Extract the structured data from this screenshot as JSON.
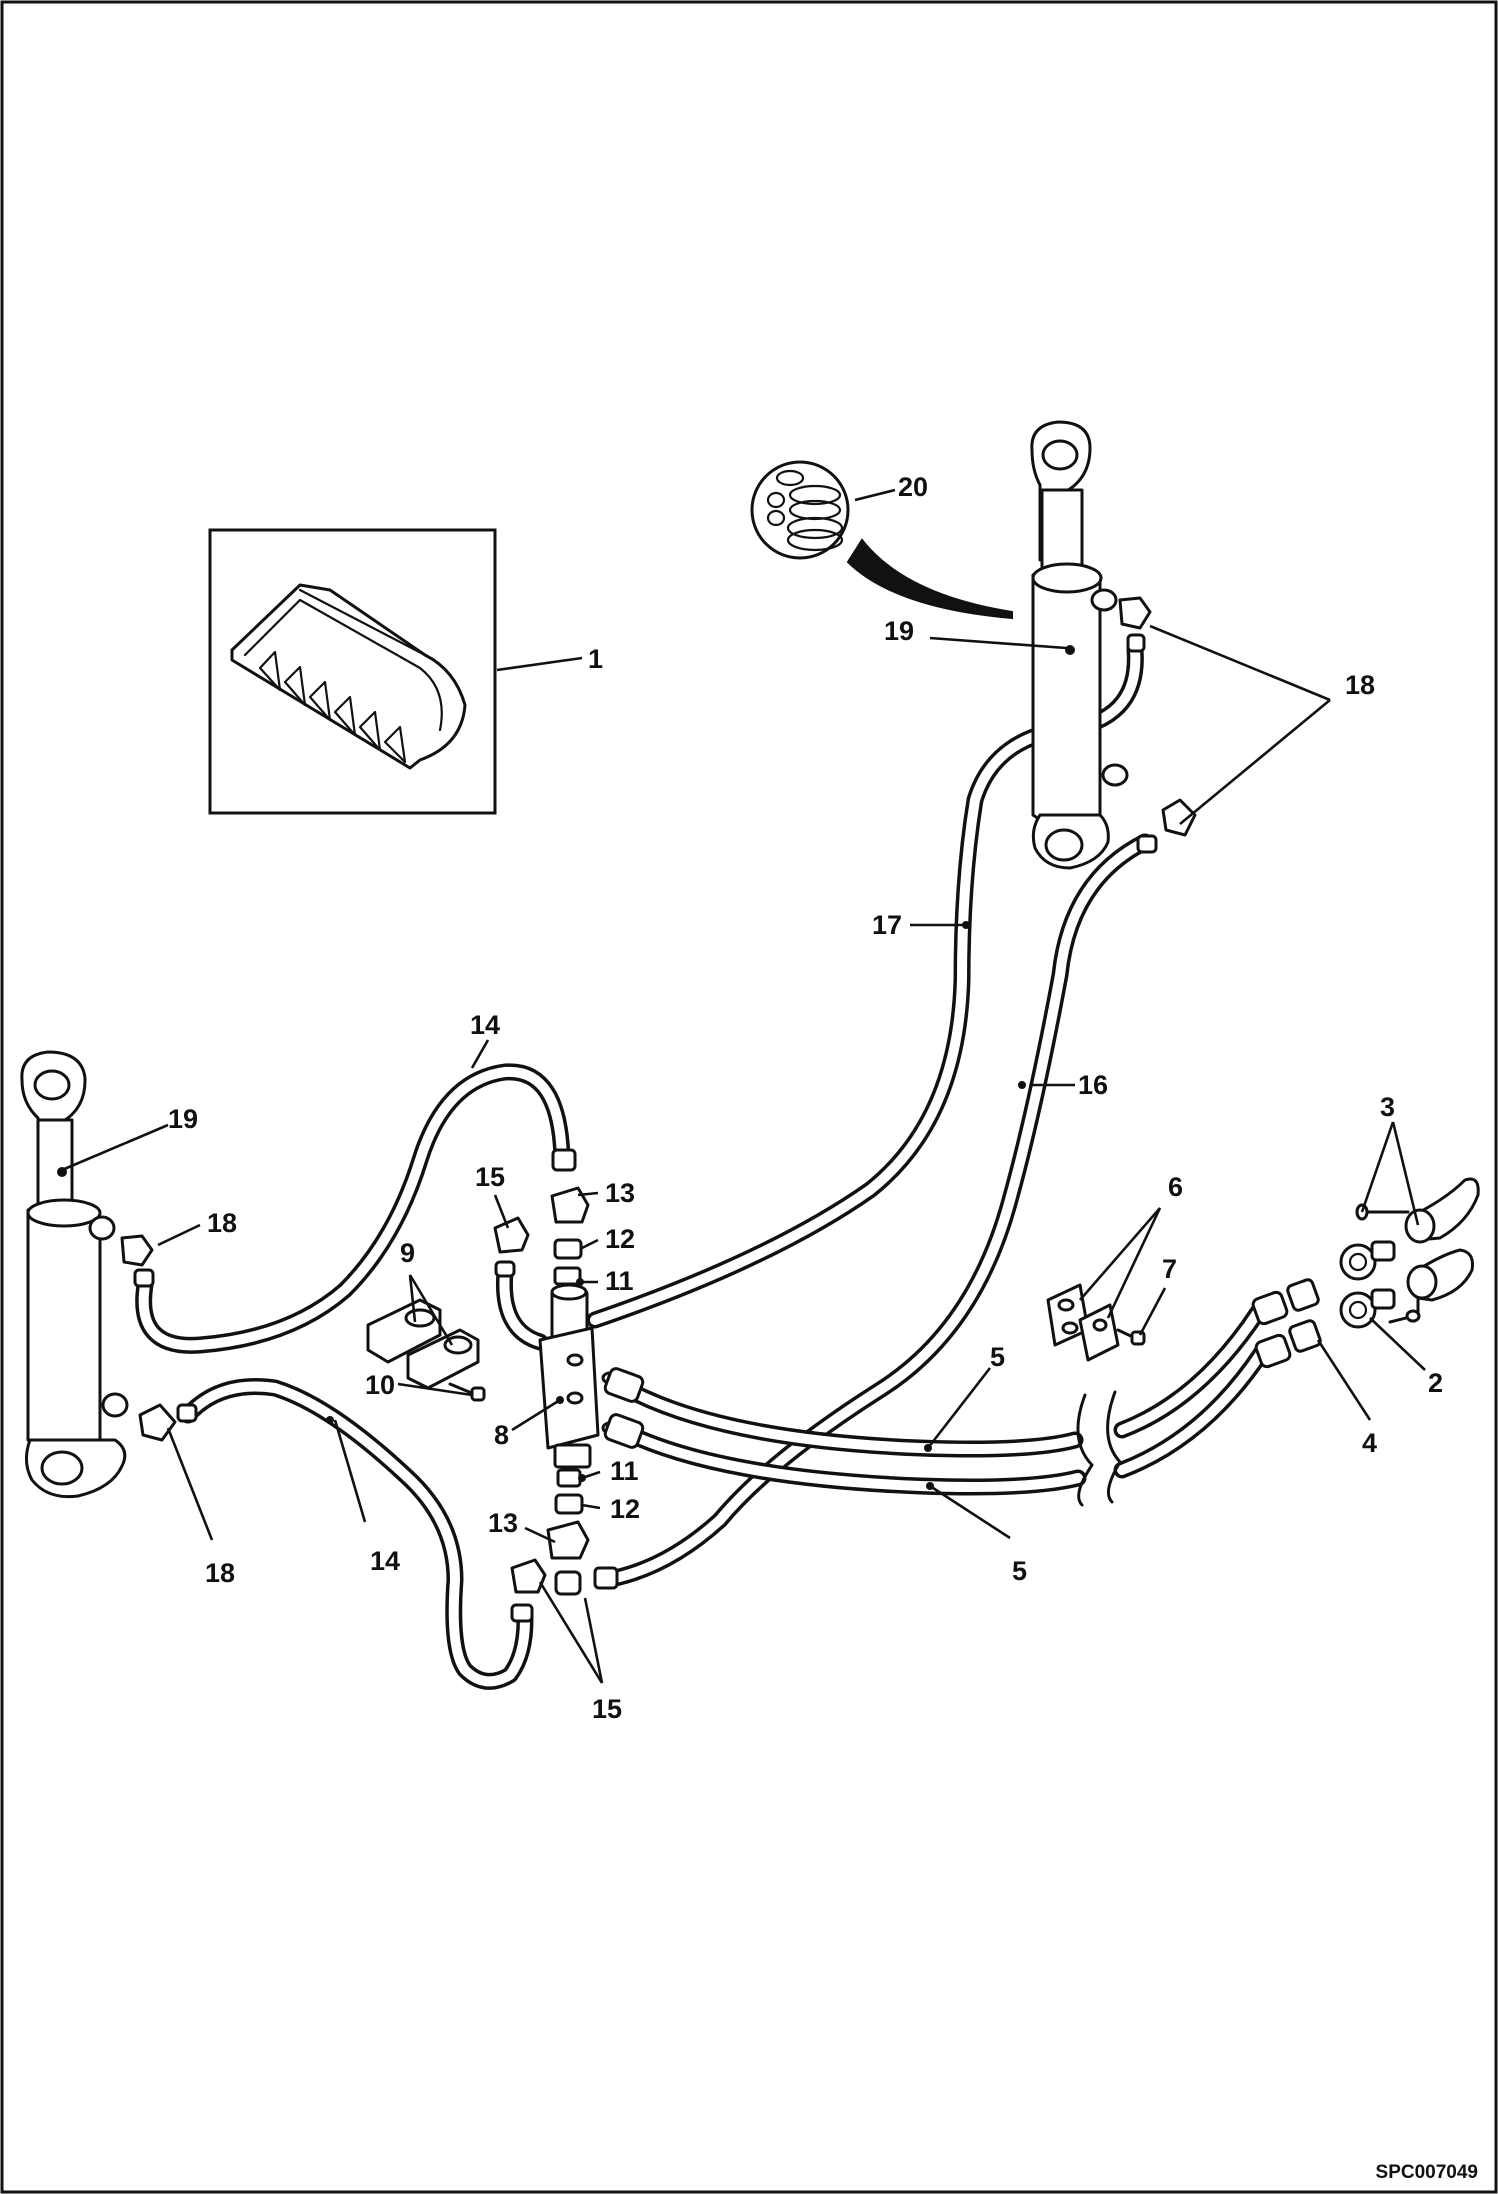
{
  "figure": {
    "reference_code": "SPC007049"
  },
  "labels": {
    "l1": "1",
    "l2": "2",
    "l3": "3",
    "l4": "4",
    "l5": "5",
    "l6": "6",
    "l7": "7",
    "l8": "8",
    "l9": "9",
    "l10": "10",
    "l11": "11",
    "l12": "12",
    "l13": "13",
    "l14": "14",
    "l15": "15",
    "l16": "16",
    "l17": "17",
    "l18": "18",
    "l19": "19",
    "l20": "20"
  }
}
